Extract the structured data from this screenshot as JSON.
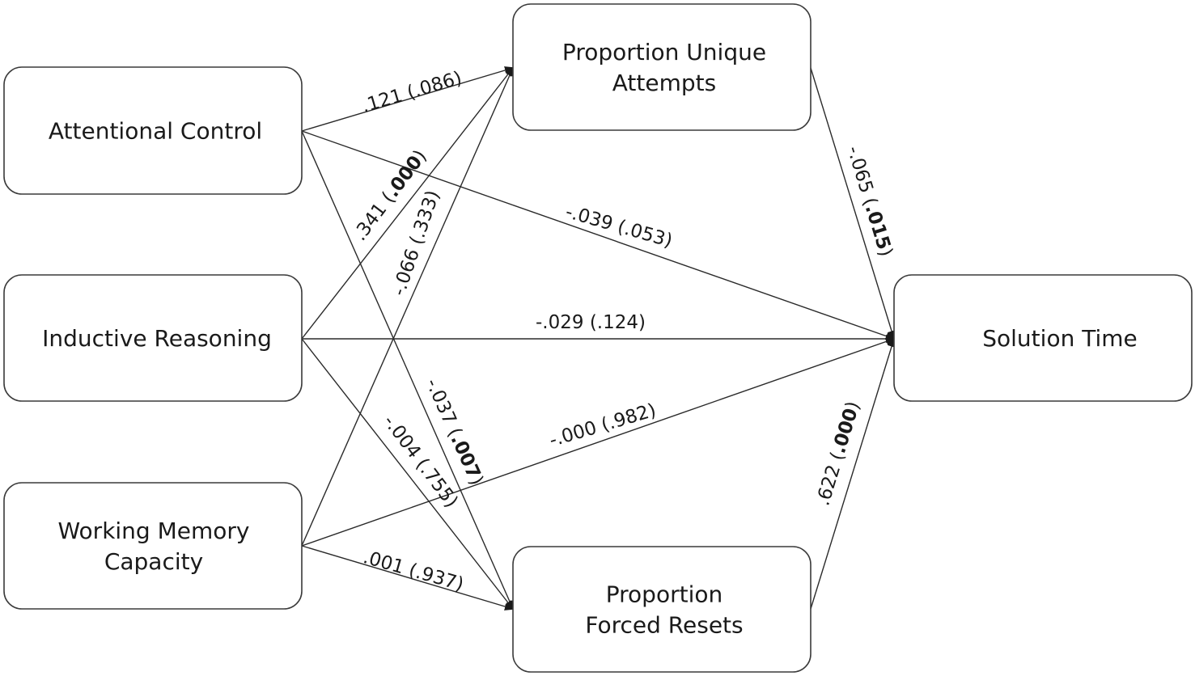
{
  "nodes": {
    "attentional_control": {
      "lines": [
        "Attentional Control"
      ]
    },
    "inductive_reasoning": {
      "lines": [
        "Inductive Reasoning"
      ]
    },
    "working_memory": {
      "lines": [
        "Working Memory",
        "Capacity"
      ]
    },
    "proportion_unique": {
      "lines": [
        "Proportion Unique",
        "Attempts"
      ]
    },
    "proportion_forced": {
      "lines": [
        "Proportion",
        "Forced Resets"
      ]
    },
    "solution_time": {
      "lines": [
        "Solution Time"
      ]
    }
  },
  "edges": [
    {
      "id": "ac_pu",
      "from": "attentional_control",
      "to": "proportion_unique",
      "coef": ".121",
      "p": ".086",
      "significant": false
    },
    {
      "id": "ir_pu",
      "from": "inductive_reasoning",
      "to": "proportion_unique",
      "coef": ".341",
      "p": ".000",
      "significant": true
    },
    {
      "id": "wm_pu",
      "from": "working_memory",
      "to": "proportion_unique",
      "coef": "-.066",
      "p": ".333",
      "significant": false
    },
    {
      "id": "ac_st",
      "from": "attentional_control",
      "to": "solution_time",
      "coef": "-.039",
      "p": ".053",
      "significant": false
    },
    {
      "id": "ir_st",
      "from": "inductive_reasoning",
      "to": "solution_time",
      "coef": "-.029",
      "p": ".124",
      "significant": false
    },
    {
      "id": "wm_st",
      "from": "working_memory",
      "to": "solution_time",
      "coef": "-.000",
      "p": ".982",
      "significant": false
    },
    {
      "id": "ac_pf",
      "from": "attentional_control",
      "to": "proportion_forced",
      "coef": "-.037",
      "p": ".007",
      "significant": true
    },
    {
      "id": "ir_pf",
      "from": "inductive_reasoning",
      "to": "proportion_forced",
      "coef": "-.004",
      "p": ".755",
      "significant": false
    },
    {
      "id": "wm_pf",
      "from": "working_memory",
      "to": "proportion_forced",
      "coef": ".001",
      "p": ".937",
      "significant": false
    },
    {
      "id": "pu_st",
      "from": "proportion_unique",
      "to": "solution_time",
      "coef": "-.065",
      "p": ".015",
      "significant": true
    },
    {
      "id": "pf_st",
      "from": "proportion_forced",
      "to": "solution_time",
      "coef": ".622",
      "p": ".000",
      "significant": true
    }
  ]
}
